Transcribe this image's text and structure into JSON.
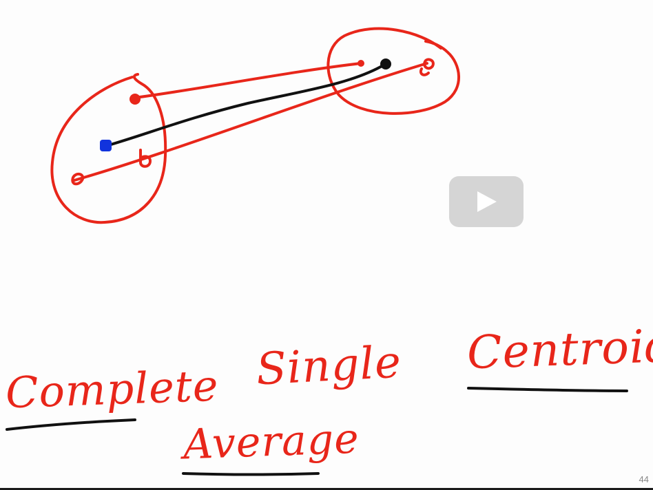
{
  "labels": {
    "complete": "Complete",
    "single": "Single",
    "centroid": "Centroid",
    "average": "Average"
  },
  "page_number": "44",
  "colors": {
    "ink_red": "#e8261a",
    "ink_black": "#111111",
    "centroid_dot": "#1133dd",
    "play_icon": "play-icon"
  }
}
